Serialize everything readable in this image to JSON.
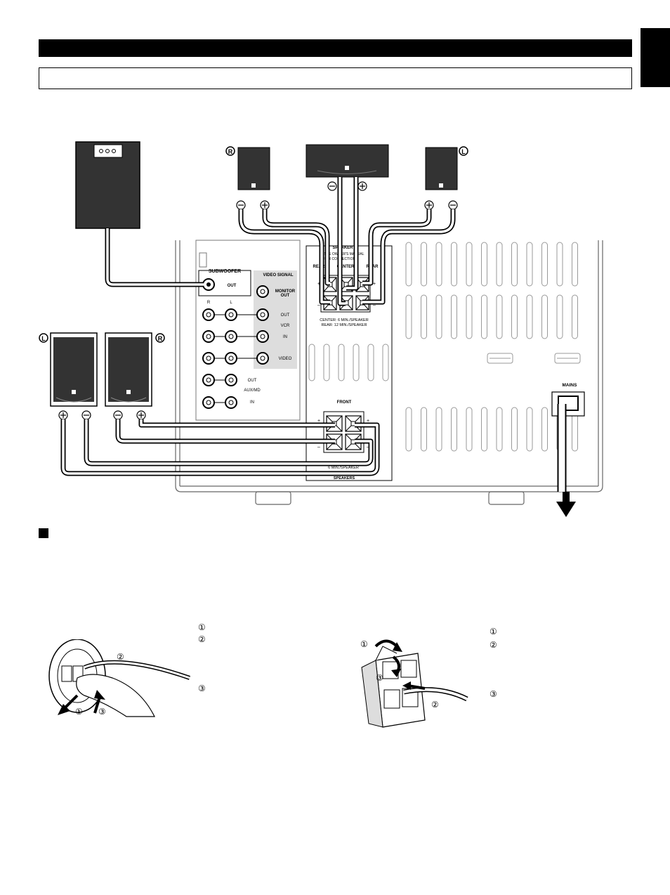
{
  "subwoofer_panel": {
    "label": "SUBWOOFER",
    "out": "OUT"
  },
  "video_signal": {
    "label": "VIDEO SIGNAL",
    "monitor_out_1": "MONITOR",
    "monitor_out_2": "OUT"
  },
  "jacks": {
    "r": "R",
    "l": "L",
    "out": "OUT",
    "vcr": "VCR",
    "in": "IN",
    "video": "VIDEO",
    "aux_out": "OUT",
    "aux_md": "AUX/MD",
    "aux_in": "IN"
  },
  "speaker_top": {
    "title": "SPEAKER",
    "note_1": "SEE OWNER'S MANUAL",
    "note_2": "FOR CONNECTION.",
    "rear_r": "REAR",
    "center": "CENTER",
    "rear_l": "REAR",
    "spec_1": "CENTER: 6    MIN./SPEAKER",
    "spec_2": "REAR:  12    MIN./SPEAKER"
  },
  "speaker_front": {
    "front": "FRONT",
    "spec": "6    MIN./SPEAKER",
    "speakers": "SPEAKERS"
  },
  "mains": "MAINS",
  "channel_marks": {
    "r": "R",
    "l": "L"
  },
  "step_numbers": {
    "one": "①",
    "two": "②",
    "three": "③"
  }
}
